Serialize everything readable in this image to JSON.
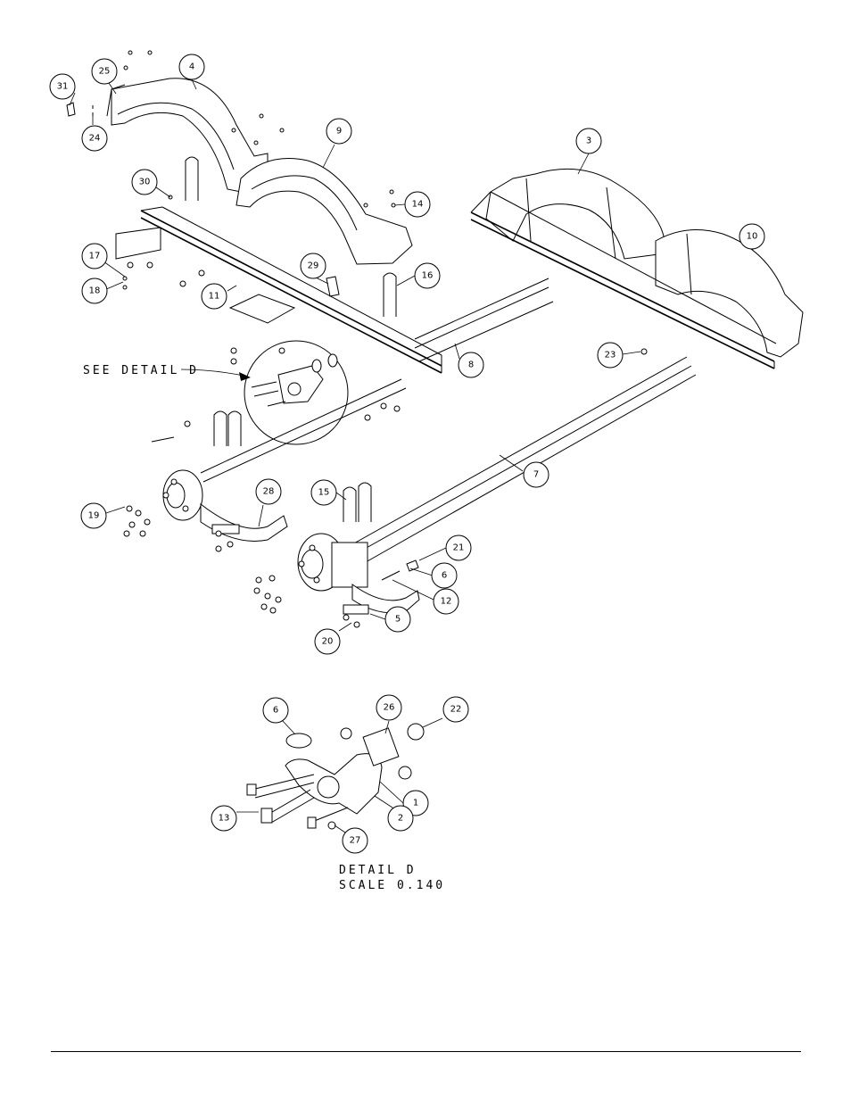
{
  "callouts": [
    {
      "id": "31"
    },
    {
      "id": "25"
    },
    {
      "id": "4"
    },
    {
      "id": "24"
    },
    {
      "id": "9"
    },
    {
      "id": "3"
    },
    {
      "id": "30"
    },
    {
      "id": "14"
    },
    {
      "id": "10"
    },
    {
      "id": "17"
    },
    {
      "id": "29"
    },
    {
      "id": "16"
    },
    {
      "id": "18"
    },
    {
      "id": "11"
    },
    {
      "id": "23"
    },
    {
      "id": "8"
    },
    {
      "id": "7"
    },
    {
      "id": "28"
    },
    {
      "id": "15"
    },
    {
      "id": "19"
    },
    {
      "id": "21"
    },
    {
      "id": "6"
    },
    {
      "id": "12"
    },
    {
      "id": "5"
    },
    {
      "id": "20"
    },
    {
      "id": "6"
    },
    {
      "id": "26"
    },
    {
      "id": "22"
    },
    {
      "id": "1"
    },
    {
      "id": "13"
    },
    {
      "id": "2"
    },
    {
      "id": "27"
    }
  ],
  "see_detail_label": "SEE DETAIL  D",
  "detail_title": "DETAIL  D",
  "detail_scale": "SCALE  0.140"
}
